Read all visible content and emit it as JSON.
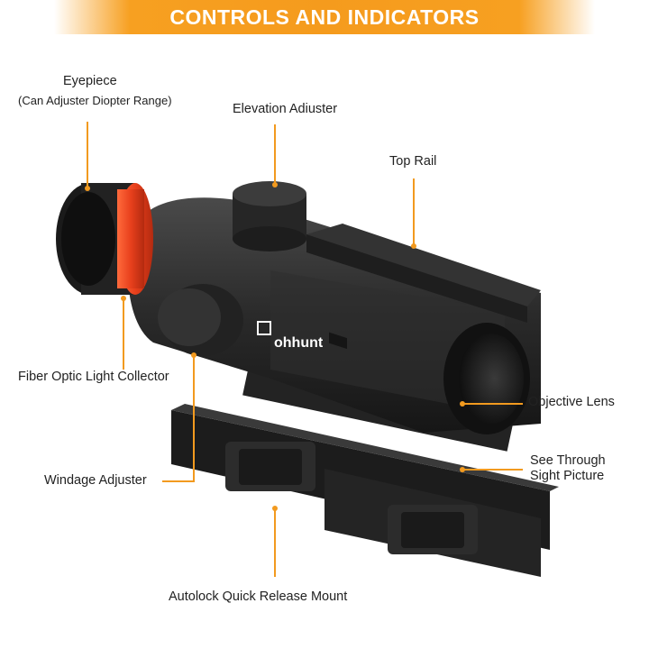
{
  "title": "CONTROLS AND INDICATORS",
  "brand": "ohhunt",
  "colors": {
    "accent": "#f7a021",
    "leader": "#f29a1f",
    "scope_body": "#2a2a2a",
    "fiber": "#e8401c"
  },
  "labels": {
    "eyepiece": "Eyepiece",
    "eyepiece_note": "(Can Adjuster Diopter Range)",
    "elevation": "Elevation Adiuster",
    "top_rail": "Top Rail",
    "fiber": "Fiber Optic Light Collector",
    "objective": "Objective Lens",
    "windage": "Windage Adjuster",
    "see_through_1": "See Through",
    "see_through_2": "Sight Picture",
    "mount": "Autolock Quick Release Mount"
  }
}
